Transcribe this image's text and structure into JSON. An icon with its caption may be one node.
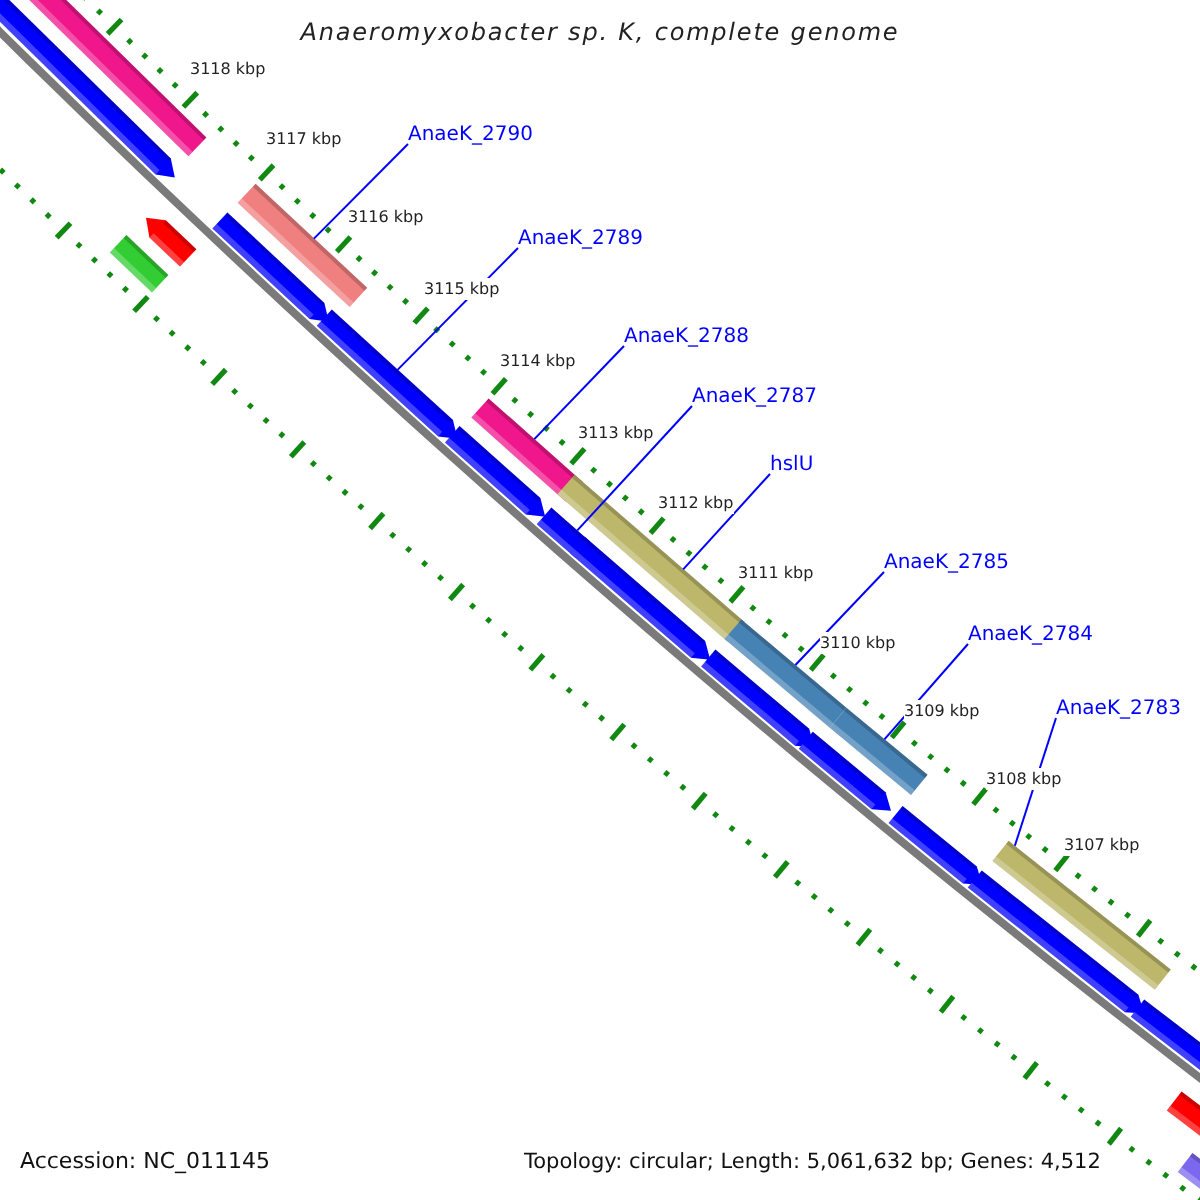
{
  "diagram": {
    "title": "Anaeromyxobacter sp. K, complete genome",
    "nodes": [
      {
        "text": [
          "AnaeK_2790"
        ]
      },
      {
        "text": [
          "AnaeK_2789"
        ]
      },
      {
        "text": [
          "AnaeK_2788"
        ]
      },
      {
        "text": [
          "AnaeK_2787"
        ]
      },
      {
        "text": [
          "hslU"
        ]
      },
      {
        "text": [
          "AnaeK_2785"
        ]
      },
      {
        "text": [
          "AnaeK_2784"
        ]
      },
      {
        "text": [
          "AnaeK_2783"
        ]
      },
      {
        "text": [],
        "shape": "bar"
      },
      {
        "text": [],
        "shape": "pentagon"
      },
      {
        "text": [],
        "shape": "bar"
      },
      {
        "text": [],
        "shape": "pentagon"
      },
      {
        "text": [],
        "shape": "bar"
      },
      {
        "text": [],
        "shape": "bar"
      },
      {
        "text": [],
        "shape": "bar"
      },
      {
        "text": [],
        "shape": "bar"
      }
    ],
    "edges": [
      {
        "from": 0,
        "to": 8,
        "arrow": "none"
      },
      {
        "from": 1,
        "to": 9,
        "arrow": "none"
      },
      {
        "from": 2,
        "to": 10,
        "arrow": "none"
      },
      {
        "from": 3,
        "to": 11,
        "arrow": "none"
      },
      {
        "from": 4,
        "to": 12,
        "arrow": "none"
      },
      {
        "from": 5,
        "to": 13,
        "arrow": "none"
      },
      {
        "from": 6,
        "to": 14,
        "arrow": "none"
      },
      {
        "from": 7,
        "to": 15,
        "arrow": "none"
      }
    ],
    "labels": [
      "3118 kbp",
      "3117 kbp",
      "3116 kbp",
      "3115 kbp",
      "3114 kbp",
      "3113 kbp",
      "3112 kbp",
      "3111 kbp",
      "3110 kbp",
      "3109 kbp",
      "3108 kbp",
      "3107 kbp",
      "Accession: NC_011145",
      "Topology: circular; Length: 5,061,632 bp; Genes: 4,512"
    ]
  }
}
